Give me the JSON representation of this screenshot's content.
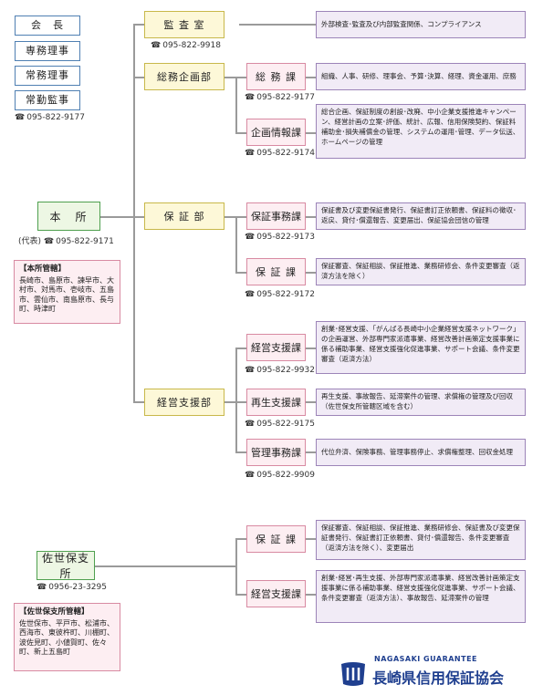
{
  "officers": [
    "会　長",
    "専務理事",
    "常務理事",
    "常勤監事"
  ],
  "officers_tel": "095-822-9177",
  "phone_icon": "☎",
  "honsho": {
    "label": "本　所",
    "tel_prefix": "(代表)",
    "tel": "095-822-9171"
  },
  "honsho_area": {
    "title": "【本所管轄】",
    "text": "長崎市、島原市、諫早市、大村市、対馬市、壱岐市、五島市、雲仙市、南島原市、長与町、時津町"
  },
  "sasebo": {
    "label": "佐世保支所",
    "tel": "0956-23-3295"
  },
  "sasebo_area": {
    "title": "【佐世保支所管轄】",
    "text": "佐世保市、平戸市、松浦市、西海市、東彼杵町、川棚町、波佐見町、小値賀町、佐々町、新上五島町"
  },
  "departments": {
    "kansa": {
      "label": "監 査 室",
      "tel": "095-822-9918",
      "desc": "外部検査･監査及び内部監査関係、コンプライアンス"
    },
    "somu_kikaku": {
      "label": "総務企画部"
    },
    "somu": {
      "label": "総 務 課",
      "tel": "095-822-9177",
      "desc": "組織、人事、研修、理事会、予算･決算、経理、資金運用、庶務"
    },
    "kikaku": {
      "label": "企画情報課",
      "tel": "095-822-9174",
      "desc": "総合企画、保証制度の創設･改廃、中小企業支援推進キャンペーン、経営計画の立案･評価、統計、広報、信用保険契約、保証料補助金･損失補償金の管理、システムの運用･管理、データ伝送、ホームページの管理"
    },
    "hosho_bu": {
      "label": "保 証 部"
    },
    "hosho_jimu": {
      "label": "保証事務課",
      "tel": "095-822-9173",
      "desc": "保証書及び変更保証書発行、保証書訂正依頼書、保証料の徴収･返戻、貸付･償還報告、変更届出、保証協会団信の管理"
    },
    "hosho_ka": {
      "label": "保 証 課",
      "tel": "095-822-9172",
      "desc": "保証審査、保証相談、保証推進、業務研修会、条件変更審査（返済方法を除く）"
    },
    "keiei_bu": {
      "label": "経営支援部"
    },
    "keiei_ka": {
      "label": "経営支援課",
      "tel": "095-822-9932",
      "desc": "創業･経営支援、「がんばる長崎中小企業経営支援ネットワーク」の企画運営、外部専門家派遣事業、経営改善計画策定支援事業に係る補助事業、経営支援強化促進事業、サポート会議、条件変更審査（返済方法）"
    },
    "saisei": {
      "label": "再生支援課",
      "tel": "095-822-9175",
      "desc": "再生支援、事故報告、延滞案件の管理、求償権の管理及び回収（佐世保支所管轄区域を含む）"
    },
    "kanri": {
      "label": "管理事務課",
      "tel": "095-822-9909",
      "desc": "代位弁済、保険事務、管理事務停止、求償権整理、回収金処理"
    },
    "sasebo_hosho": {
      "label": "保 証 課",
      "desc": "保証審査、保証相談、保証推進、業務研修会、保証書及び変更保証書発行、保証書訂正依頼書、貸付･償還報告、条件変更審査（返済方法を除く）、変更届出"
    },
    "sasebo_keiei": {
      "label": "経営支援課",
      "desc": "創業･経営･再生支援、外部専門家派遣事業、経営改善計画策定支援事業に係る補助事業、経営支援強化促進事業、サポート会議、条件変更審査（返済方法）、事故報告、延滞案件の管理"
    }
  },
  "footer": {
    "en": "NAGASAKI GUARANTEE",
    "jp": "長崎県信用保証協会"
  },
  "colors": {
    "line": "#9a9a9a",
    "logo": "#1f3f8f"
  }
}
